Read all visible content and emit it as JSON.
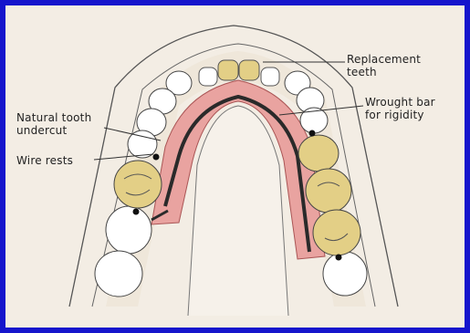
{
  "labels": {
    "replacement_teeth_line1": "Replacement",
    "replacement_teeth_line2": "teeth",
    "wrought_bar_line1": "Wrought bar",
    "wrought_bar_line2": "for rigidity",
    "natural_tooth_line1": "Natural tooth",
    "natural_tooth_line2": "undercut",
    "wire_rests": "Wire rests"
  },
  "colors": {
    "slide_background": "#1515cc",
    "figure_background": "#f3ede4",
    "acrylic_base": "#e9a3a0",
    "replacement_tooth": "#e3cf86",
    "natural_tooth": "#ffffff",
    "wrought_bar": "#2a2a2a"
  }
}
